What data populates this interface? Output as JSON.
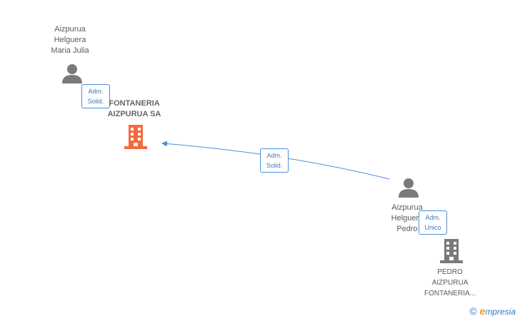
{
  "nodes": {
    "person_maria": {
      "lines": [
        "Aizpurua",
        "Helguera",
        "Maria Julia"
      ]
    },
    "company_fontaneria": {
      "lines": [
        "FONTANERIA",
        "AIZPURUA SA"
      ]
    },
    "person_pedro": {
      "lines": [
        "Aizpurua",
        "Helguera",
        "Pedro"
      ]
    },
    "company_pedro": {
      "lines": [
        "PEDRO",
        "AIZPURUA",
        "FONTANERIA..."
      ]
    }
  },
  "edges": {
    "maria_to_fontaneria": {
      "lines": [
        "Adm.",
        "Solid."
      ]
    },
    "pedro_to_fontaneria": {
      "lines": [
        "Adm.",
        "Solid."
      ]
    },
    "pedro_to_pedro_company": {
      "lines": [
        "Adm.",
        "Unico"
      ]
    }
  },
  "colors": {
    "main_company": "#f26a3d",
    "company": "#7a7a7a",
    "person": "#7a7a7a",
    "edge": "#4a8fd6"
  },
  "brand": {
    "copyright": "©",
    "name": "mpresia",
    "initial": "e"
  }
}
